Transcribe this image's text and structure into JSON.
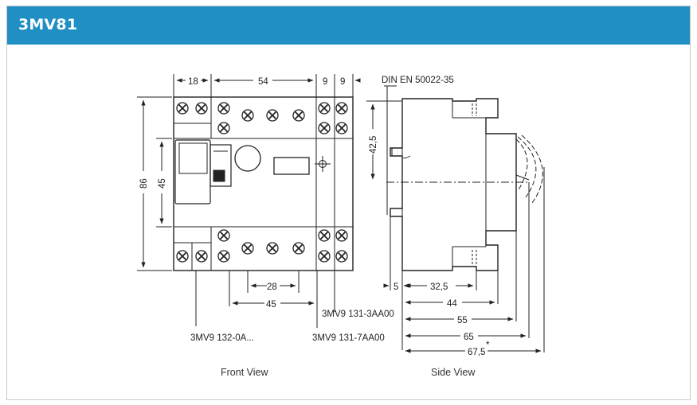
{
  "header": {
    "title": "3MV81",
    "color": "#1f8fc4"
  },
  "front_view": {
    "caption": "Front View",
    "dim_top": [
      "18",
      "54",
      "9",
      "9"
    ],
    "dim_left": [
      "86",
      "45"
    ],
    "dim_bottom": [
      "28",
      "45"
    ],
    "part_left": "3MV9 132-0A...",
    "part_right_1": "3MV9 131-3AA00",
    "part_right_2": "3MV9 131-7AA00"
  },
  "side_view": {
    "caption": "Side View",
    "standard": "DIN EN 50022-35",
    "dim_height": "42,5",
    "dims": [
      "5",
      "32,5",
      "44",
      "55",
      "65",
      "67,5"
    ],
    "footnote_mark": "*"
  }
}
